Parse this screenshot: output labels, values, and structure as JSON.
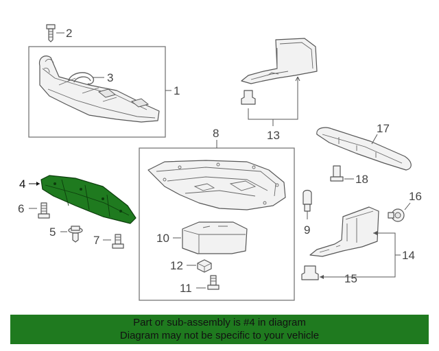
{
  "callouts": {
    "n1": "1",
    "n2": "2",
    "n3": "3",
    "n4": "4",
    "n5": "5",
    "n6": "6",
    "n7": "7",
    "n8": "8",
    "n9": "9",
    "n10": "10",
    "n11": "11",
    "n12": "12",
    "n13": "13",
    "n14": "14",
    "n15": "15",
    "n16": "16",
    "n17": "17",
    "n18": "18"
  },
  "footer": {
    "line1": "Part or sub-assembly is #4 in diagram",
    "line2": "Diagram may not be specific to your vehicle"
  },
  "colors": {
    "highlight_part": "#1f7a1f",
    "footer_bg": "#1f7a1f",
    "line": "#555555"
  }
}
